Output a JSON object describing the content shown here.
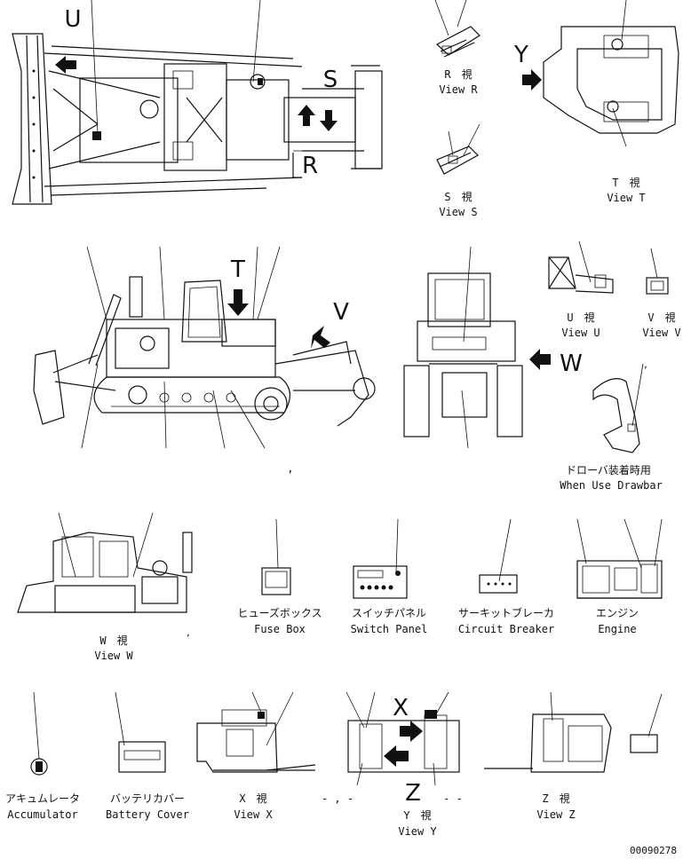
{
  "figure_code": "00090278",
  "view_letters": {
    "u": "U",
    "s": "S",
    "r": "R",
    "y": "Y",
    "t": "T",
    "v": "V",
    "w": "W",
    "x": "X",
    "z": "Z"
  },
  "views": {
    "r": {
      "jp": "R　視",
      "en": "View R"
    },
    "s": {
      "jp": "S　視",
      "en": "View S"
    },
    "t": {
      "jp": "T　視",
      "en": "View T"
    },
    "u": {
      "jp": "U　視",
      "en": "View U"
    },
    "v": {
      "jp": "V　視",
      "en": "View V"
    },
    "w": {
      "jp": "W　視",
      "en": "View W"
    },
    "x": {
      "jp": "X　視",
      "en": "View X"
    },
    "y": {
      "jp": "Y　視",
      "en": "View Y"
    },
    "z": {
      "jp": "Z　視",
      "en": "View Z"
    }
  },
  "components": {
    "drawbar": {
      "jp": "ドローバ装着時用",
      "en": "When Use Drawbar"
    },
    "fuse_box": {
      "jp": "ヒューズボックス",
      "en": "Fuse Box"
    },
    "switch_panel": {
      "jp": "スイッチパネル",
      "en": "Switch Panel"
    },
    "circuit_breaker": {
      "jp": "サーキットブレーカ",
      "en": "Circuit Breaker"
    },
    "engine": {
      "jp": "エンジン",
      "en": "Engine"
    },
    "accumulator": {
      "jp": "アキュムレータ",
      "en": "Accumulator"
    },
    "battery_cover": {
      "jp": "バッテリカバー",
      "en": "Battery Cover"
    }
  },
  "marks": {
    "comma": ",",
    "comma_dot_group": "- , -",
    "dash_group": "- -"
  }
}
